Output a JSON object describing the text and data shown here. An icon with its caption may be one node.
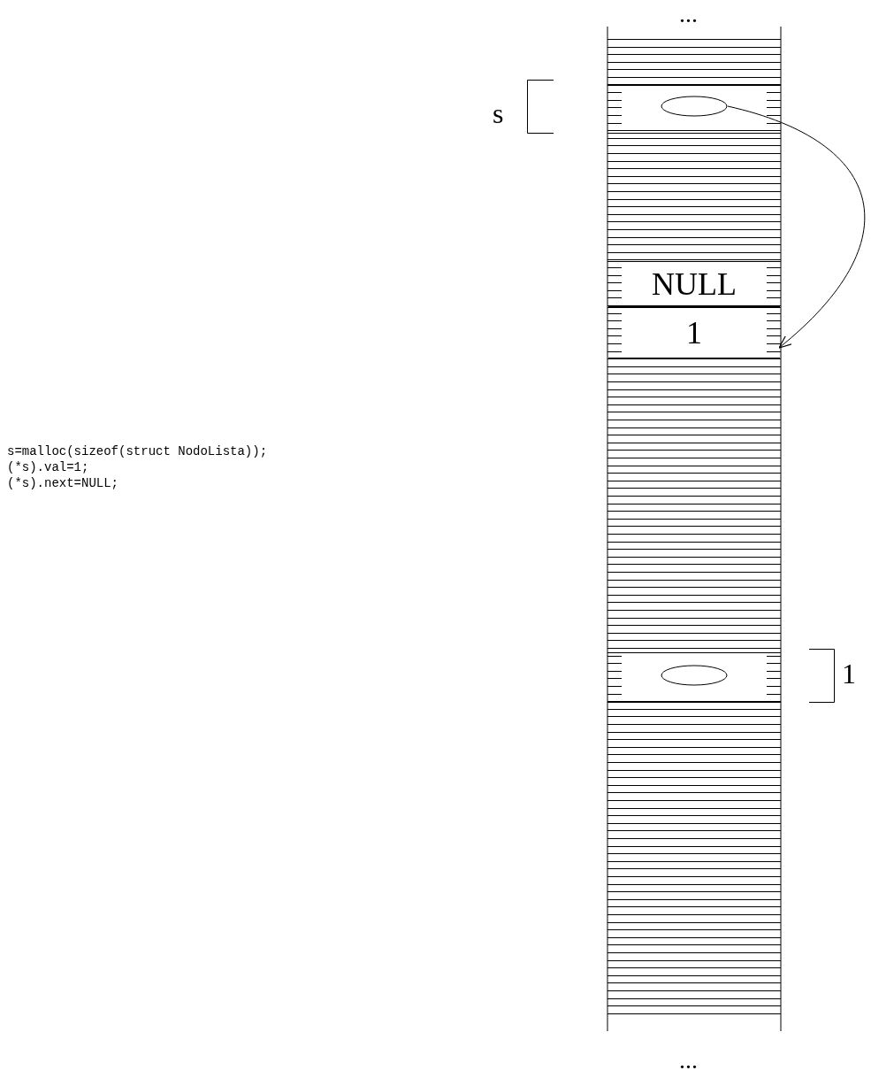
{
  "diagram": {
    "nodes": [
      {
        "text": [],
        "shape": "ellipse"
      },
      {
        "text": [
          "NULL"
        ]
      },
      {
        "text": [
          "1"
        ]
      },
      {
        "text": [],
        "shape": "ellipse"
      }
    ],
    "edges": [
      {
        "from": 0,
        "to": 2,
        "arrow": "to"
      }
    ],
    "labels": [
      "...",
      "s",
      "s=malloc(sizeof(struct NodoLista));",
      "(*s).val=1;",
      "(*s).next=NULL;",
      "1",
      "..."
    ]
  }
}
